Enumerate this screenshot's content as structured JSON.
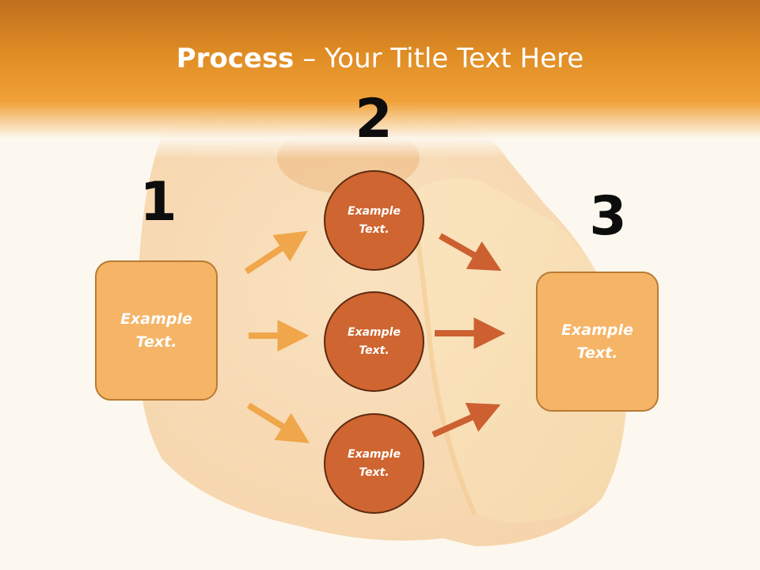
{
  "title": {
    "strong": "Process",
    "rest": " – Your Title Text Here"
  },
  "steps": [
    {
      "number": "1",
      "text_line1": "Example",
      "text_line2": "Text."
    },
    {
      "number": "2"
    },
    {
      "number": "3",
      "text_line1": "Example",
      "text_line2": "Text."
    }
  ],
  "circles": [
    {
      "line1": "Example",
      "line2": "Text."
    },
    {
      "line1": "Example",
      "line2": "Text."
    },
    {
      "line1": "Example",
      "line2": "Text."
    }
  ],
  "colors": {
    "header_dark": "#bf6f1c",
    "header_light": "#f0a138",
    "box_fill": "#f5b466",
    "box_border": "#b87b34",
    "circle_fill": "#cf6530",
    "circle_border": "#5e2a12",
    "arrow_light": "#f0a64a",
    "arrow_dark": "#cc6030"
  }
}
